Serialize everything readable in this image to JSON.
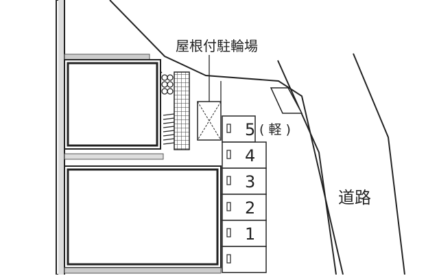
{
  "map": {
    "bike_parking_label": "屋根付駐輪場",
    "road_label": "道路",
    "light_vehicle_note": "( 軽 )",
    "parking_spaces": [
      {
        "number": "5"
      },
      {
        "number": "4"
      },
      {
        "number": "3"
      },
      {
        "number": "2"
      },
      {
        "number": "1"
      },
      {
        "number": ""
      }
    ],
    "colors": {
      "line": "#222222",
      "gray_area": "#cccccc",
      "stroke_gray": "#555555"
    }
  }
}
